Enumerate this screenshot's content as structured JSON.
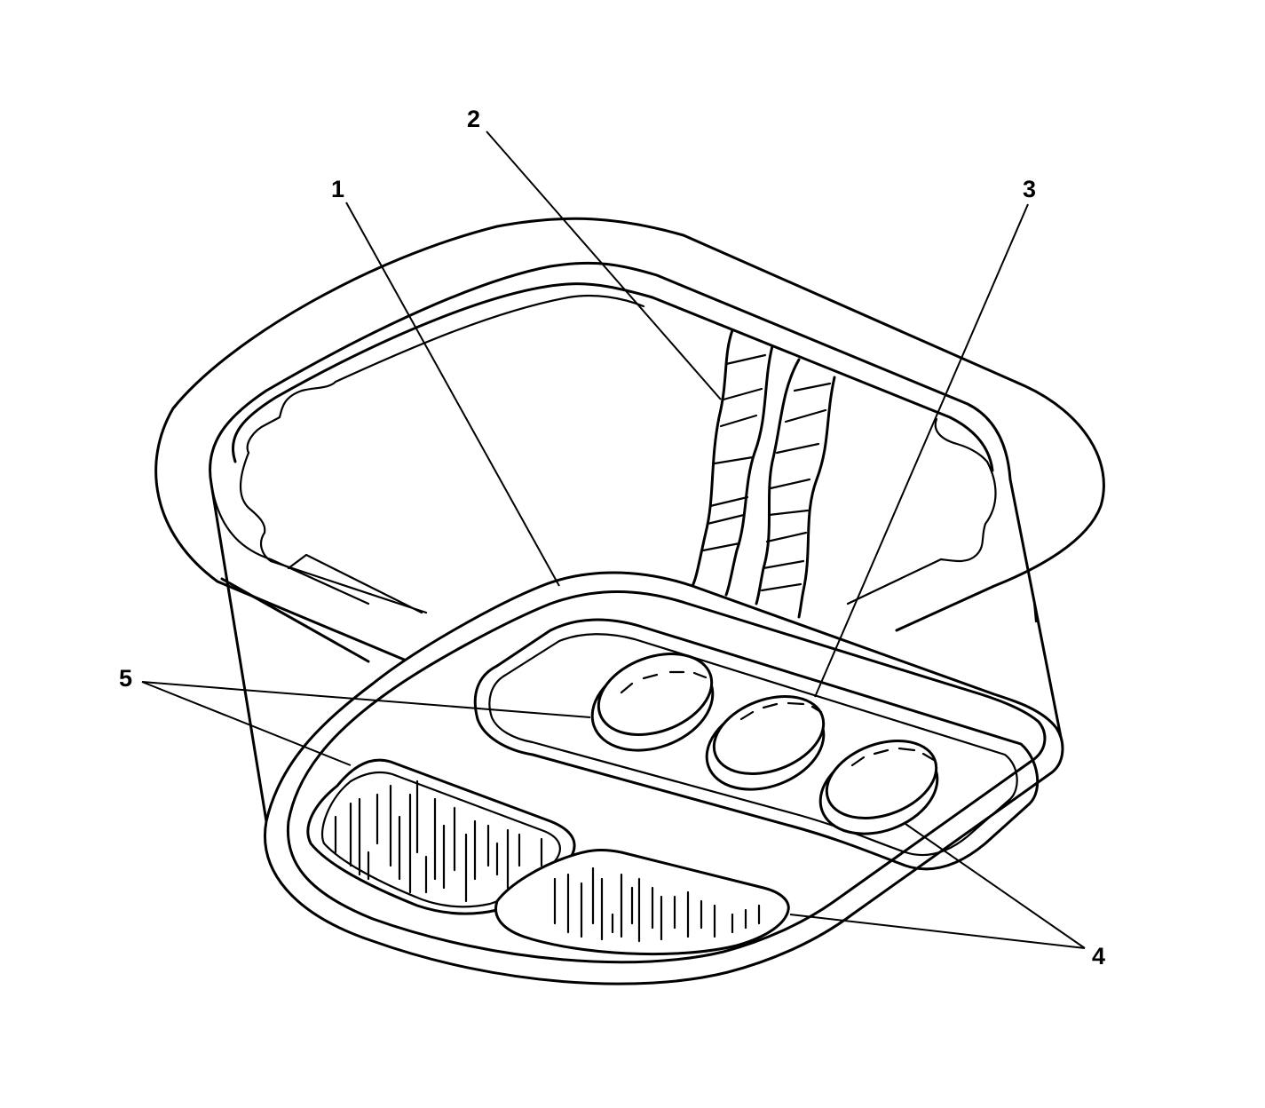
{
  "callouts": [
    {
      "id": "1",
      "label": "1"
    },
    {
      "id": "2",
      "label": "2"
    },
    {
      "id": "3",
      "label": "3"
    },
    {
      "id": "4",
      "label": "4"
    },
    {
      "id": "5",
      "label": "5"
    }
  ]
}
